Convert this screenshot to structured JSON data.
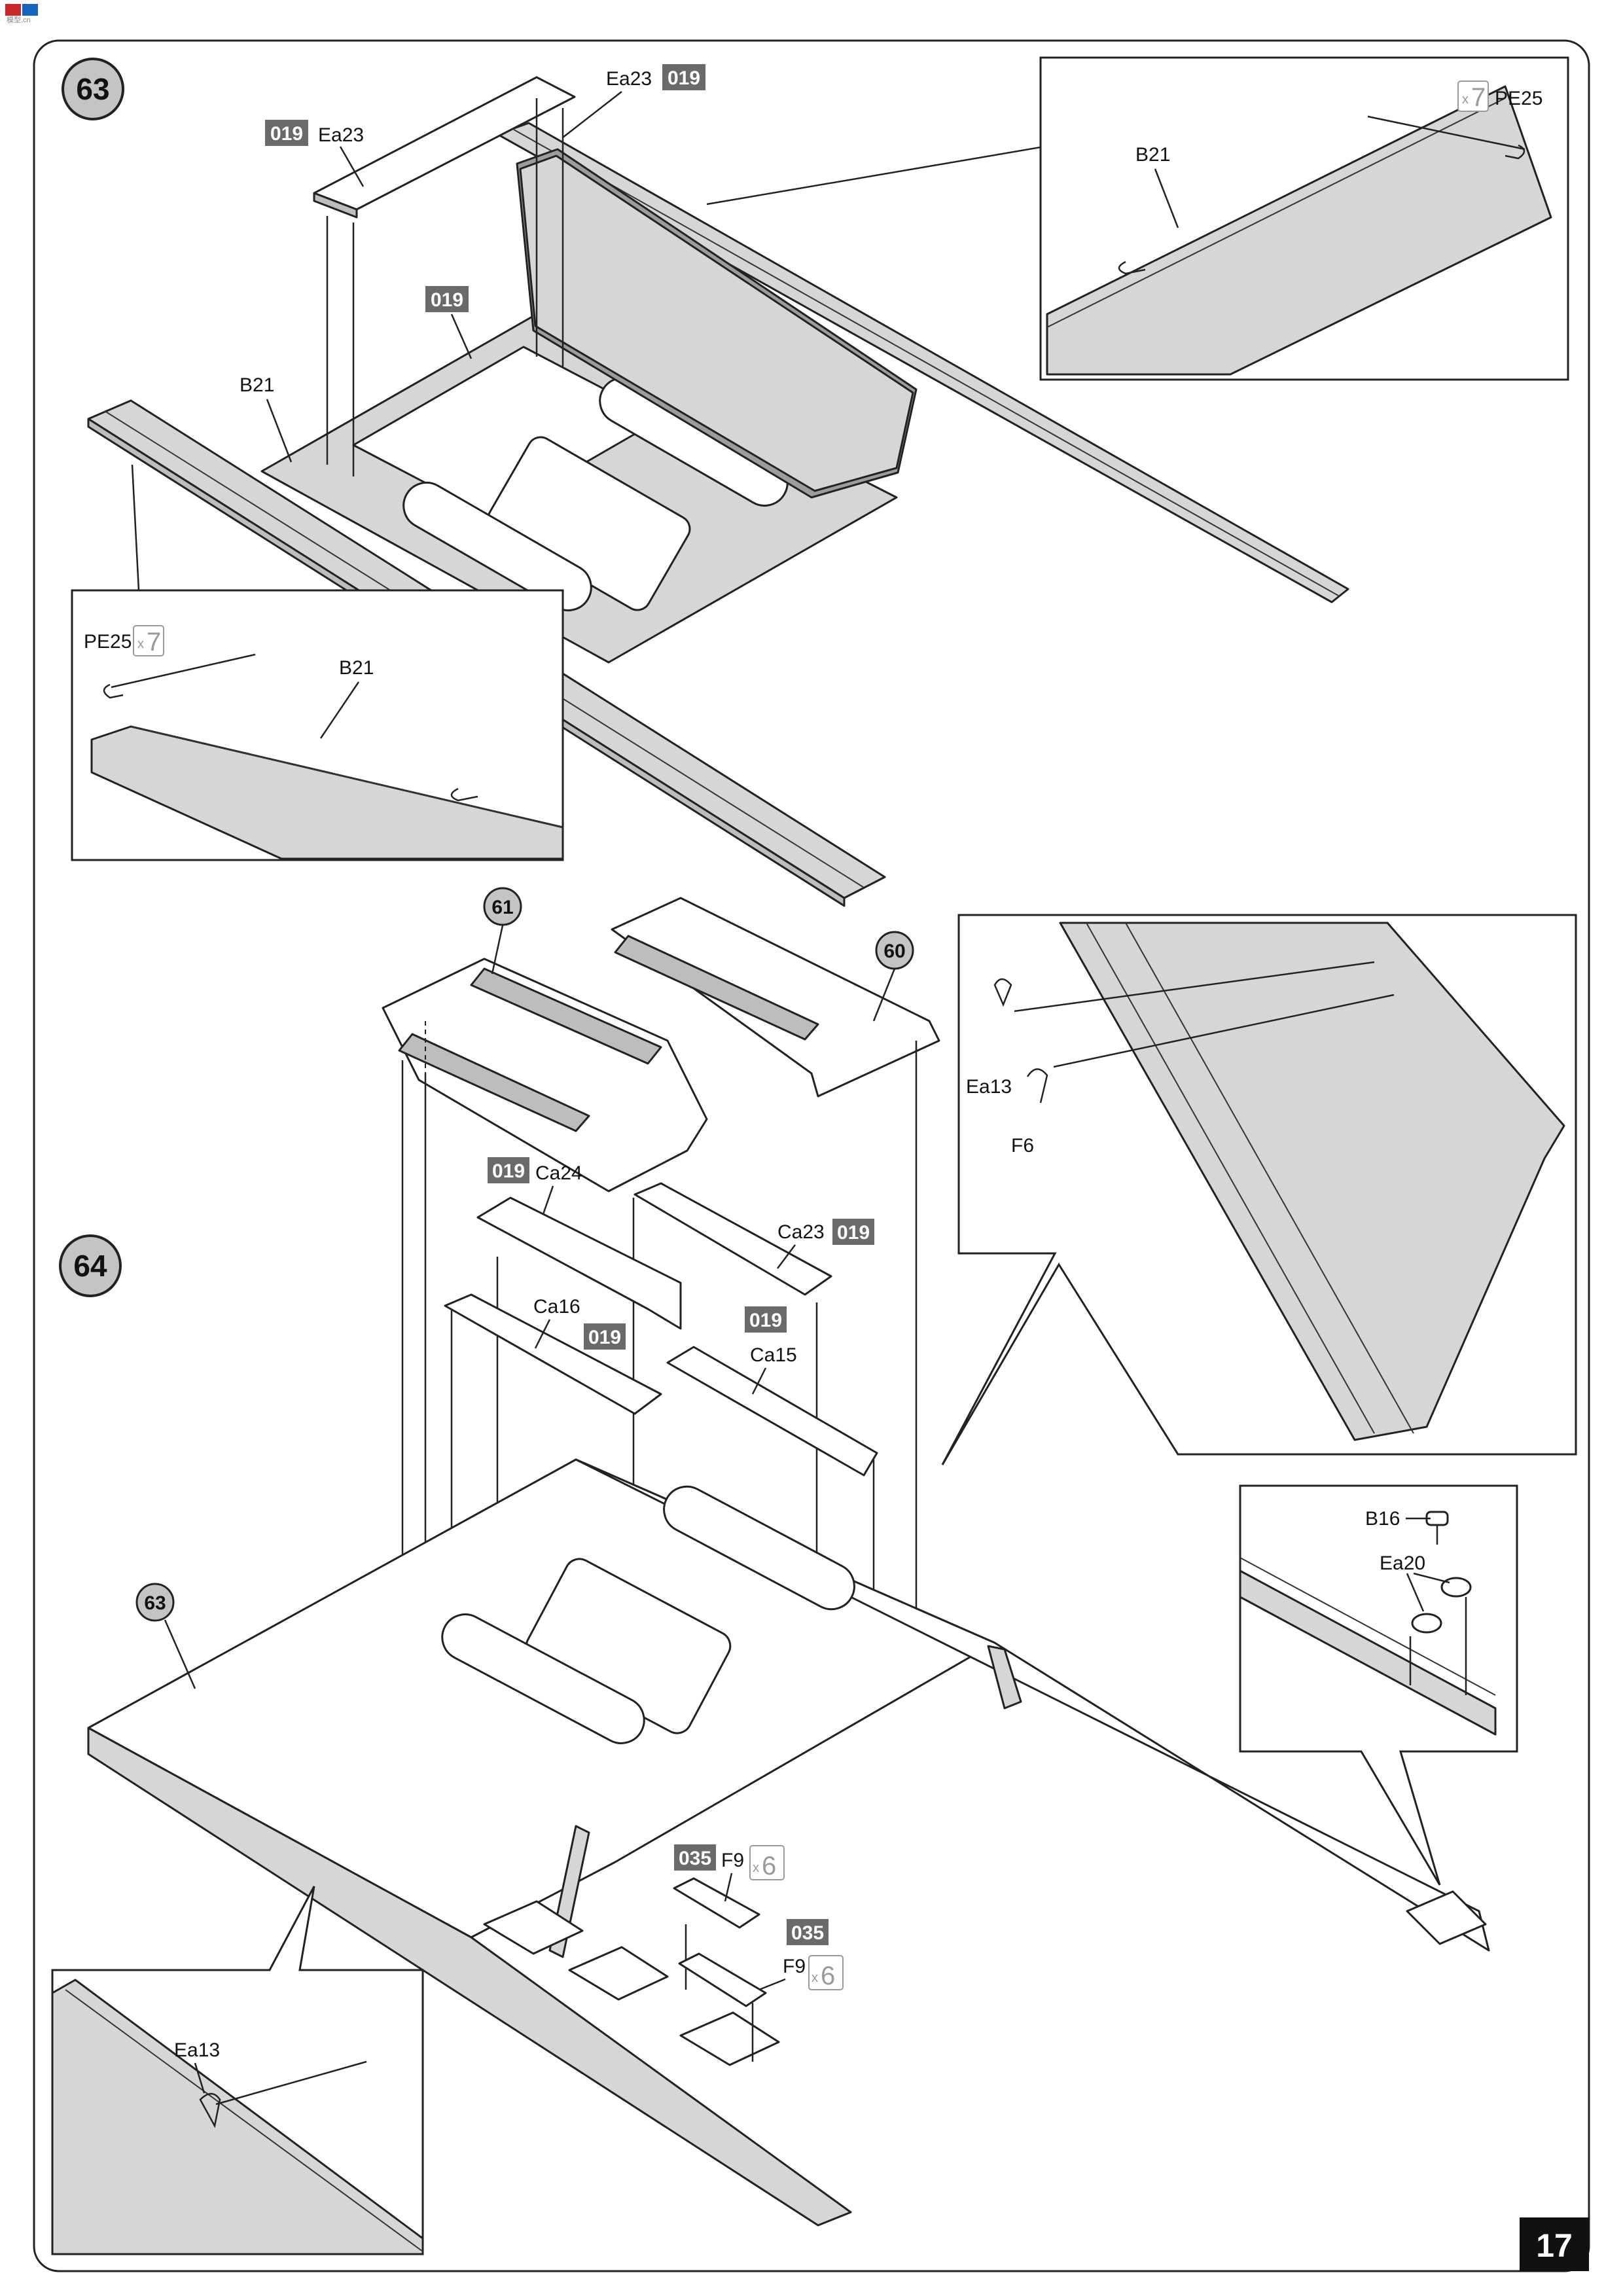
{
  "header": {
    "watermark": "模型.cn"
  },
  "page": {
    "number": "17"
  },
  "steps": [
    {
      "number": "63",
      "callouts": [
        {
          "label": "Ea23",
          "code": "019"
        },
        {
          "label": "Ea23",
          "code": "019"
        },
        {
          "label": "B21"
        },
        {
          "code": "019"
        }
      ],
      "details": [
        {
          "part": "B21",
          "hardware": "PE25",
          "quantity": "7",
          "quantity_prefix": "x"
        },
        {
          "part": "B21",
          "hardware": "PE25",
          "quantity": "7",
          "quantity_prefix": "x"
        }
      ]
    },
    {
      "number": "64",
      "subassemblies": [
        "61",
        "60",
        "63"
      ],
      "callouts": [
        {
          "label": "Ca24",
          "code": "019"
        },
        {
          "label": "Ca23",
          "code": "019"
        },
        {
          "label": "Ca16",
          "code": "019"
        },
        {
          "label": "Ca15",
          "code": "019"
        },
        {
          "label": "F9",
          "code": "035",
          "quantity": "6",
          "quantity_prefix": "x"
        },
        {
          "label": "F9",
          "code": "035",
          "quantity": "6",
          "quantity_prefix": "x"
        }
      ],
      "details": [
        {
          "parts": [
            "Ea13",
            "F6"
          ]
        },
        {
          "parts": [
            "B16",
            "Ea20"
          ]
        },
        {
          "parts": [
            "Ea13"
          ]
        }
      ]
    }
  ],
  "colors": {
    "code_badge": "#6a6a6a",
    "part_fill": "#d6d6d6",
    "ink": "#111111",
    "quantity": "#9a9a9a"
  }
}
